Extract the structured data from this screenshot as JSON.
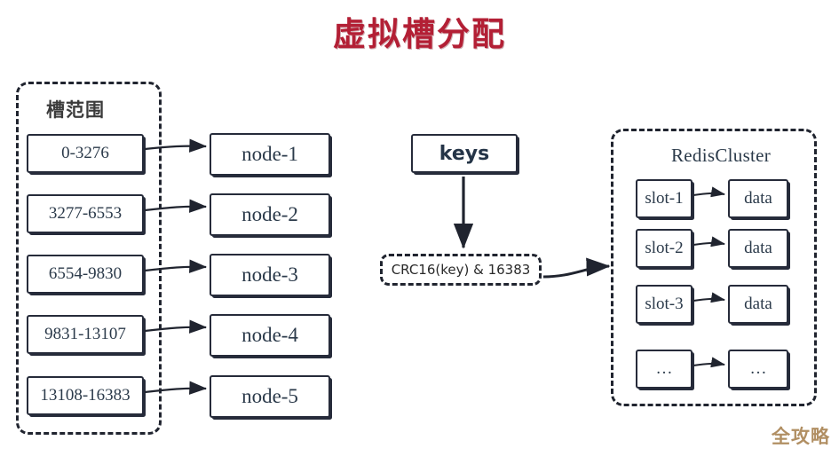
{
  "title": "虚拟槽分配",
  "colors": {
    "title": "#b31f35",
    "box_border": "#262b3a",
    "text": "#2b3a4a",
    "watermark": "#b18f63",
    "background": "#ffffff"
  },
  "slot_range_group": {
    "label": "槽范围",
    "ranges": [
      {
        "text": "0-3276"
      },
      {
        "text": "3277-6553"
      },
      {
        "text": "6554-9830"
      },
      {
        "text": "9831-13107"
      },
      {
        "text": "13108-16383"
      }
    ]
  },
  "nodes": [
    {
      "text": "node-1"
    },
    {
      "text": "node-2"
    },
    {
      "text": "node-3"
    },
    {
      "text": "node-4"
    },
    {
      "text": "node-5"
    }
  ],
  "keys_box": {
    "text": "keys"
  },
  "hash_box": {
    "text": "CRC16(key) & 16383"
  },
  "cluster_group": {
    "label": "RedisCluster",
    "rows": [
      {
        "slot": "slot-1",
        "data": "data"
      },
      {
        "slot": "slot-2",
        "data": "data"
      },
      {
        "slot": "slot-3",
        "data": "data"
      },
      {
        "slot": "…",
        "data": "…"
      }
    ]
  },
  "watermark": {
    "text": "全攻略"
  }
}
